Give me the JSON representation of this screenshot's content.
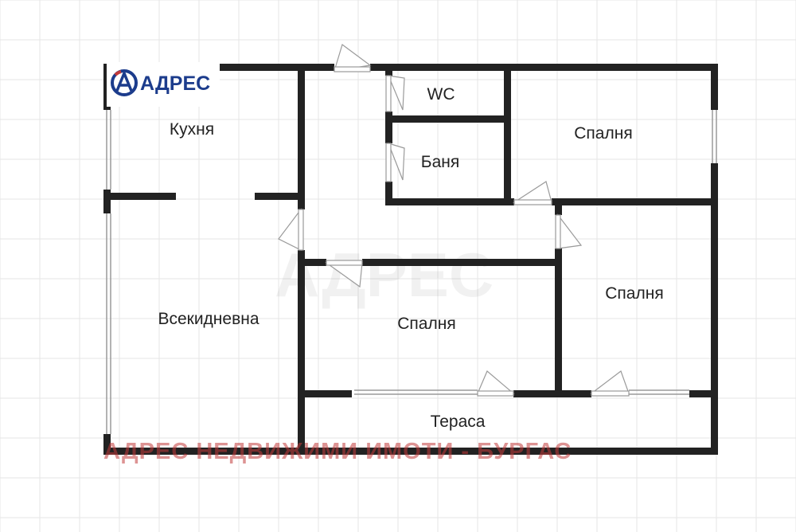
{
  "logo": {
    "text": "АДРЕС",
    "brand_color": "#1c3c8c"
  },
  "rooms": {
    "kitchen": "Кухня",
    "wc": "WC",
    "bath": "Баня",
    "bedroom_top": "Спалня",
    "bedroom_right": "Спалня",
    "bedroom_middle": "Спалня",
    "living": "Всекидневна",
    "terrace": "Тераса"
  },
  "watermark": {
    "text": "АДРЕС НЕДВИЖИМИ ИМОТИ - БУРГАС",
    "color": "#c23b3b"
  },
  "colors": {
    "wall": "#222222",
    "grid": "#e6e6e6",
    "window": "#9a9a9a"
  }
}
